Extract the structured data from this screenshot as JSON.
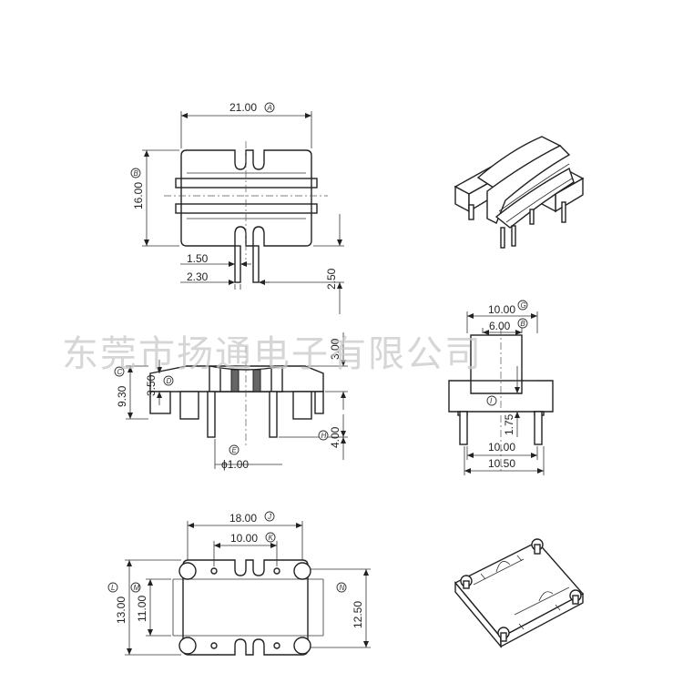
{
  "watermark": "东莞市扬通电子有限公司",
  "top_view": {
    "width": {
      "value": "21.00",
      "tag": "A"
    },
    "height": {
      "value": "16.00",
      "tag": "B"
    },
    "pin_width": "1.50",
    "pin_pitch": "2.30",
    "pin_length": "2.50"
  },
  "front_view": {
    "total_height": {
      "value": "9.30",
      "tag": "C"
    },
    "body_height": {
      "value": "3.50",
      "tag": "D"
    },
    "top_height": "3.00",
    "pin_length": {
      "value": "4.00",
      "tag": "H"
    },
    "pin_diameter": {
      "value": "ϕ1.00",
      "tag": "E"
    }
  },
  "side_view": {
    "top_width": {
      "value": "10.00",
      "tag": "G"
    },
    "slot_width": {
      "value": "6.00",
      "tag": "B"
    },
    "pin_offset": {
      "value": "1.75",
      "tag": "I"
    },
    "base_width": "10.00",
    "total_width": "10.50"
  },
  "bottom_view": {
    "pin_span": {
      "value": "18.00",
      "tag": "J"
    },
    "inner_span": {
      "value": "10.00",
      "tag": "K"
    },
    "height_outer": {
      "value": "13.00",
      "tag": "L"
    },
    "height_inner": {
      "value": "11.00",
      "tag": "M"
    },
    "height_right": {
      "value": "12.50",
      "tag": "N"
    }
  }
}
